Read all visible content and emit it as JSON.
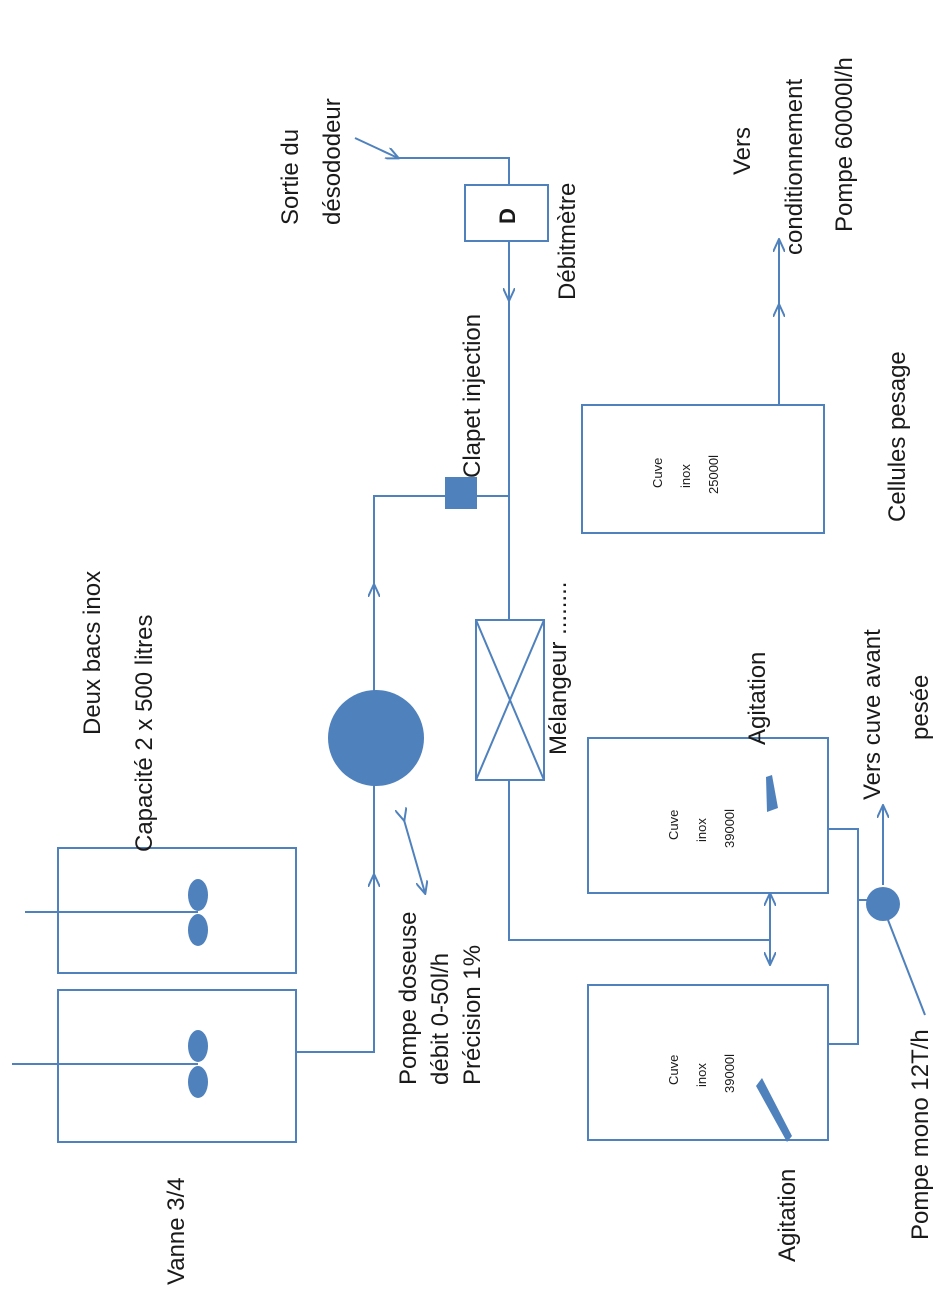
{
  "colors": {
    "line": "#4f81bd",
    "text": "#1a1a1a",
    "background": "#ffffff"
  },
  "labels": {
    "tanks_title": "Deux bacs inox",
    "tanks_capacity": "Capacité 2 x 500 litres",
    "valve": "Vanne 3/4",
    "dosing_pump_1": "Pompe doseuse",
    "dosing_pump_2": "débit 0-50l/h",
    "dosing_pump_3": "Précision 1%",
    "injection_valve": "Clapet injection",
    "flowmeter_letter": "D",
    "flowmeter": "Débitmètre",
    "deodorizer_1": "Sortie  du",
    "deodorizer_2": "désododeur",
    "mixer": "Mélangeur ........",
    "to_packaging_1": "Vers",
    "to_packaging_2": "conditionnement",
    "to_packaging_3": "Pompe 60000l/h",
    "load_cells": "Cellules pesage",
    "agitation_right": "Agitation",
    "agitation_left": "Agitation",
    "to_weigh_tank_1": "Vers cuve avant",
    "to_weigh_tank_2": "pesée",
    "mono_pump": "Pompe mono 12T/h"
  },
  "vessels": {
    "tank_a": {
      "line1": "Cuve",
      "line2": "inox",
      "line3": "39000l"
    },
    "tank_b": {
      "line1": "Cuve",
      "line2": "inox",
      "line3": "39000l"
    },
    "tank_c": {
      "line1": "Cuve",
      "line2": "inox",
      "line3": "25000l"
    }
  }
}
